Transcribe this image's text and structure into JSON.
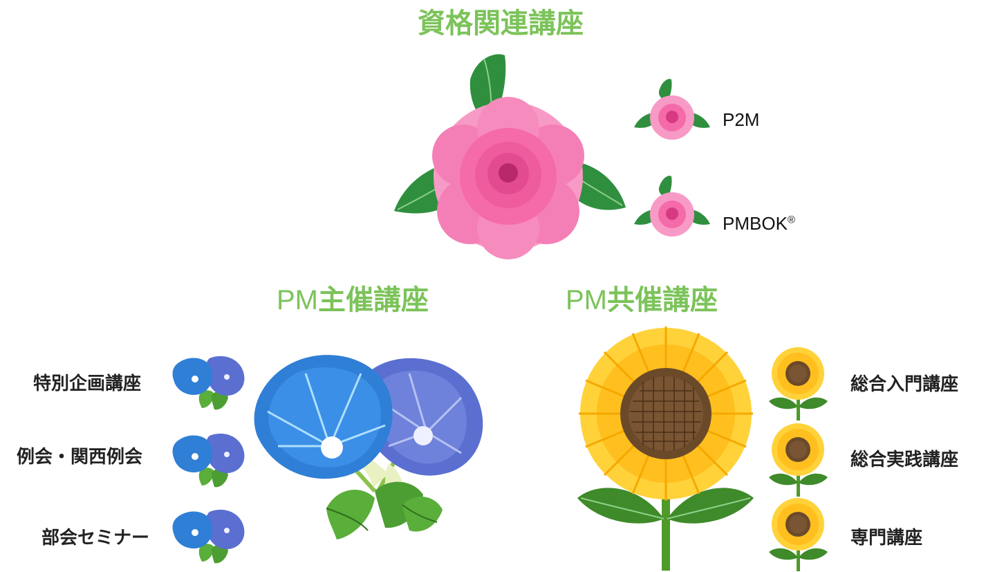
{
  "qualification": {
    "title": "資格関連講座",
    "items": [
      {
        "label": "P2M"
      },
      {
        "label": "PMBOK",
        "mark": "®"
      }
    ]
  },
  "pm_hosted": {
    "title_prefix": "PM",
    "title_rest": "主催講座",
    "items": [
      {
        "label": "特別企画講座"
      },
      {
        "label": "例会・関西例会"
      },
      {
        "label": "部会セミナー"
      }
    ]
  },
  "pm_cohosted": {
    "title_prefix": "PM",
    "title_rest": "共催講座",
    "items": [
      {
        "label": "総合入門講座"
      },
      {
        "label": "総合実践講座"
      },
      {
        "label": "専門講座"
      }
    ]
  },
  "colors": {
    "title_green": "#7cc35a",
    "rose_pink": "#f26fae",
    "leaf_green": "#3fa34d",
    "morning_glory_blue": "#2f7fd6",
    "morning_glory_purple": "#5a6fd0",
    "sunflower_yellow": "#ffc21a",
    "sunflower_center": "#6b4a2a"
  },
  "icons": [
    "rose-flower",
    "morning-glory-flower",
    "sunflower-flower"
  ]
}
